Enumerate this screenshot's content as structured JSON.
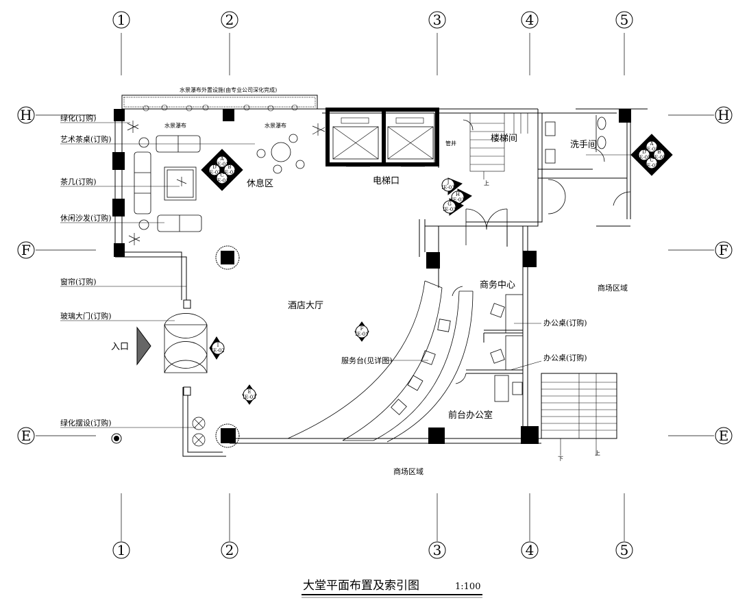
{
  "title": "大堂平面布置及索引图",
  "scale": "1:100",
  "grid_columns": [
    "1",
    "2",
    "3",
    "4",
    "5"
  ],
  "grid_rows": [
    "H",
    "F",
    "E"
  ],
  "rooms": {
    "rest_area": "休息区",
    "lobby": "酒店大厅",
    "elevator": "电梯口",
    "stairs": "楼梯间",
    "washroom": "洗手间",
    "shaft": "管井",
    "business_center": "商务中心",
    "front_office": "前台办公室",
    "entrance": "入口",
    "mall_right": "商场区域",
    "mall_bottom": "商场区域"
  },
  "callouts": {
    "greenery": "绿化(订购)",
    "art_tea_table": "艺术茶桌(订购)",
    "coffee_table": "茶几(订购)",
    "leisure_sofa": "休闲沙发(订购)",
    "curtain": "窗帘(订购)",
    "glass_door": "玻璃大门(订购)",
    "greenery_display": "绿化摆设(订购)",
    "service_desk": "服务台(见详图)",
    "office_desk_1": "办公桌(订购)",
    "office_desk_2": "办公桌(订购)",
    "waterfall_note": "水景瀑布外置设施(由专业公司深化完成)",
    "waterfall_1": "水景瀑布",
    "waterfall_2": "水景瀑布"
  },
  "stair_labels": {
    "up_1": "上",
    "up_2": "上",
    "down": "下"
  },
  "index_marks": {
    "rest": {
      "top": "A",
      "left": "D",
      "right": "B",
      "bottom": "C",
      "sheet": "IE-01",
      "sheet_alt": "IE-02"
    },
    "wash": {
      "top": "A",
      "left": "D",
      "right": "B",
      "bottom": "C",
      "sheet": "IE-05"
    },
    "j": {
      "letter": "J",
      "sheet": "IE-03"
    },
    "h": {
      "letter": "H",
      "sheet": "IE-03"
    },
    "g": {
      "letter": "G",
      "sheet": "IE-03"
    },
    "i": {
      "letter": "I",
      "sheet": "IE-02"
    },
    "f": {
      "letter": "F",
      "sheet": "IE-01"
    },
    "e": {
      "letter": "E",
      "sheet": "IE-03"
    }
  }
}
